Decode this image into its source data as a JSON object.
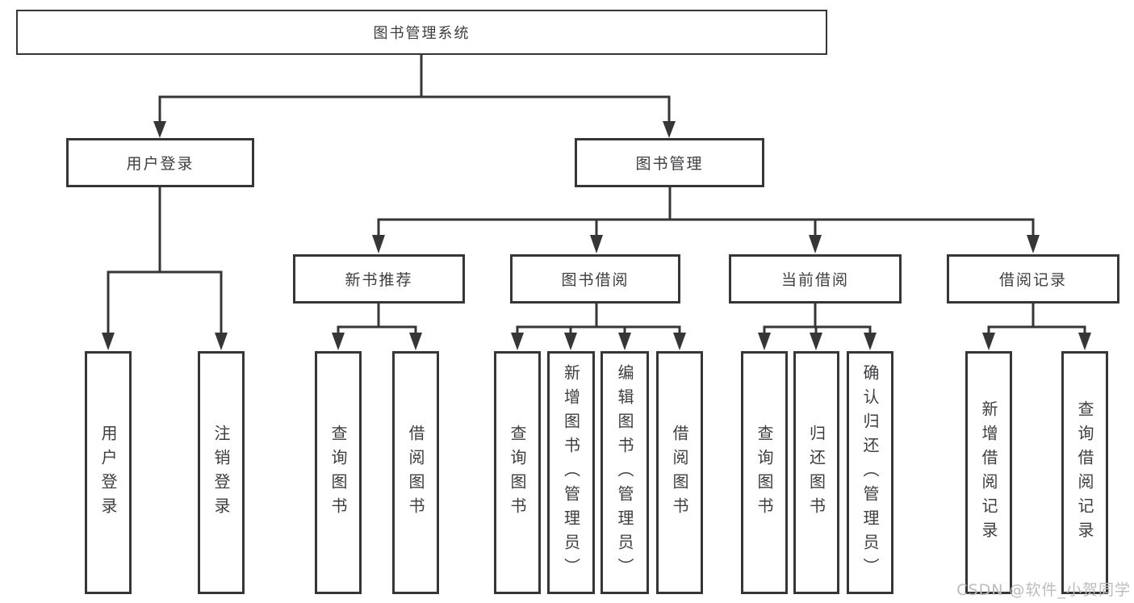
{
  "tree": {
    "root": "图书管理系统",
    "children": [
      {
        "label": "用户登录",
        "children": [
          "用户登录",
          "注销登录"
        ]
      },
      {
        "label": "图书管理",
        "children": [
          {
            "label": "新书推荐",
            "children": [
              "查询图书",
              "借阅图书"
            ]
          },
          {
            "label": "图书借阅",
            "children": [
              "查询图书",
              "新增图书（管理员）",
              "编辑图书（管理员）",
              "借阅图书"
            ]
          },
          {
            "label": "当前借阅",
            "children": [
              "查询图书",
              "归还图书",
              "确认归还（管理员）"
            ]
          },
          {
            "label": "借阅记录",
            "children": [
              "新增借阅记录",
              "查询借阅记录"
            ]
          }
        ]
      }
    ]
  },
  "watermark": "CSDN @软件_小贺同学",
  "colors": {
    "line": "#363636",
    "text": "#3d3d42",
    "watermark": "#bcbcbe",
    "background": "#ffffff"
  }
}
